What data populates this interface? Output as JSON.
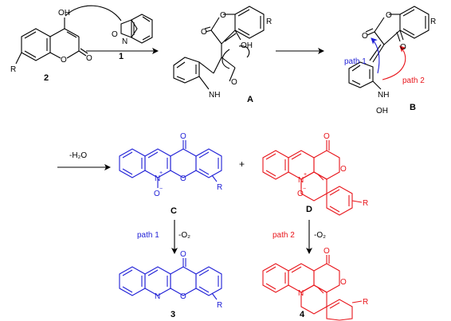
{
  "colors": {
    "black": "#000000",
    "blue": "#1f1fd6",
    "red": "#e8151b"
  },
  "atoms": {
    "oh": "OH",
    "o": "O",
    "n": "N",
    "r": "R",
    "nh": "NH",
    "h": "H",
    "n_plus": "N",
    "plus": "+",
    "o_minus": "O",
    "minus": "−"
  },
  "compounds": {
    "c1": "1",
    "c2": "2",
    "A": "A",
    "B": "B",
    "C": "C",
    "D": "D",
    "c3": "3",
    "c4": "4"
  },
  "step_labels": {
    "minus_water": "-H₂O",
    "plus_sign": "+",
    "path1": "path 1",
    "path2": "path 2",
    "minus_o2": "-O₂",
    "path1_B": "path 1",
    "path2_B": "path 2"
  }
}
